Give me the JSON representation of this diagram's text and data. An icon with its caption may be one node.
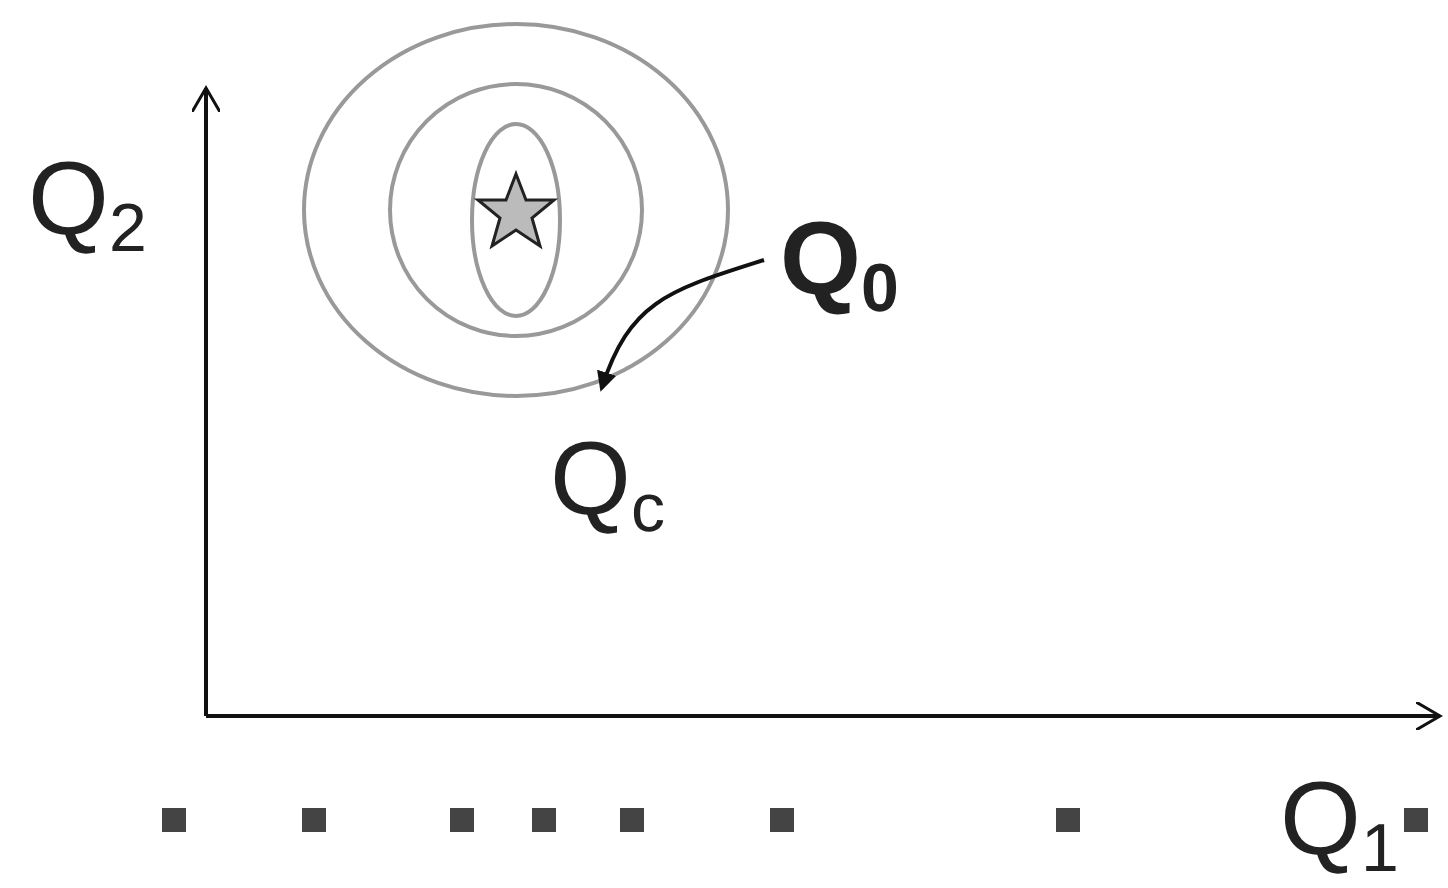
{
  "diagram": {
    "nodes": [
      {
        "text": [
          "Q$_{0}$"
        ]
      },
      {
        "text": [
          "Q$_{c}$"
        ]
      }
    ],
    "edges": [
      {
        "from": 0,
        "to": 1,
        "arrow": "to"
      }
    ],
    "labels": [
      "Q$_{2}$",
      "Q$_{1}$"
    ]
  }
}
